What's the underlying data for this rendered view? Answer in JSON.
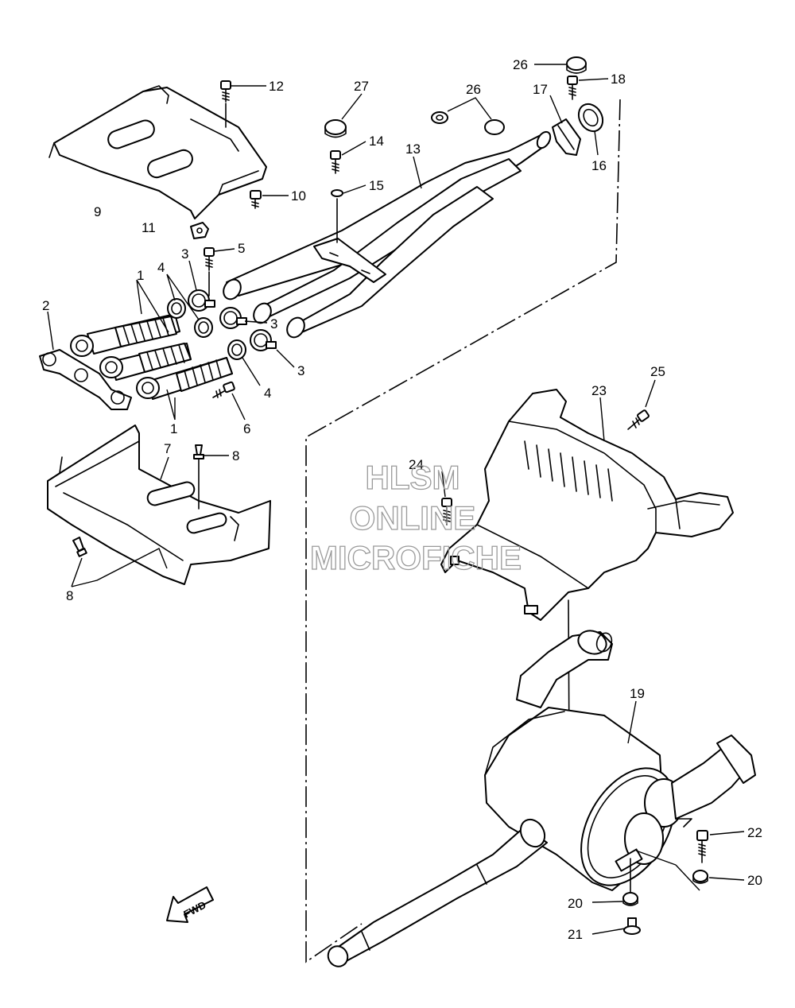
{
  "watermark": {
    "line1": "HLSM",
    "line2": "ONLINE",
    "line3": "MICROFICHE",
    "color": "#9a9a9a"
  },
  "fwd_label": "FWD",
  "callouts": {
    "c1a": "1",
    "c1b": "1",
    "c2": "2",
    "c3a": "3",
    "c3b": "3",
    "c3c": "3",
    "c4a": "4",
    "c4b": "4",
    "c5": "5",
    "c6": "6",
    "c7": "7",
    "c8a": "8",
    "c8b": "8",
    "c9": "9",
    "c10": "10",
    "c11": "11",
    "c12": "12",
    "c13": "13",
    "c14": "14",
    "c15": "15",
    "c16": "16",
    "c17": "17",
    "c18": "18",
    "c19": "19",
    "c20a": "20",
    "c20b": "20",
    "c21": "21",
    "c22": "22",
    "c23": "23",
    "c24": "24",
    "c25": "25",
    "c26a": "26",
    "c26b": "26",
    "c27": "27"
  },
  "icons": {
    "fwd_arrow": "fwd-arrow-icon"
  }
}
